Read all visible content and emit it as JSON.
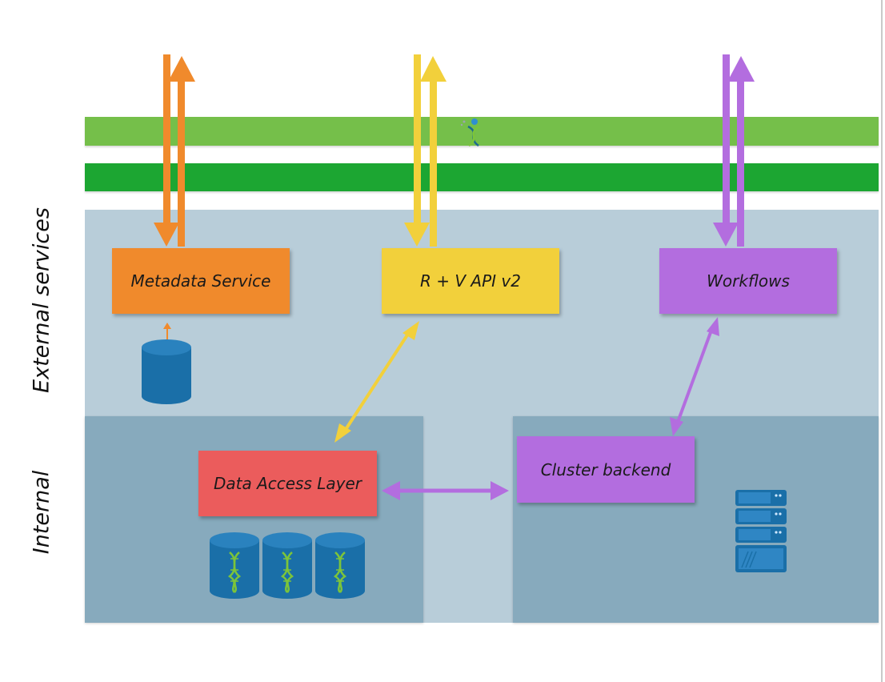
{
  "side_labels": {
    "external": "External services",
    "internal": "Internal"
  },
  "boxes": {
    "metadata_service": "Metadata Service",
    "rv_api": "R + V API v2",
    "workflows": "Workflows",
    "data_access_layer": "Data Access Layer",
    "cluster_backend": "Cluster backend"
  },
  "icons": {
    "band_logo": "dna-person-logo-icon",
    "metadata_db": "database-icon",
    "genome_dbs": "dna-database-icon",
    "server": "server-rack-icon"
  },
  "colors": {
    "orange": "#f08a2c",
    "yellow": "#f2d03b",
    "purple": "#b36ddf",
    "red": "#eb5c5c",
    "light_green": "#75bf4a",
    "dark_green": "#1ca632",
    "external_bg": "#b8cdd9",
    "internal_bg": "#87aabd",
    "db_blue": "#1a6fa8",
    "dna_green": "#7cc43a"
  }
}
